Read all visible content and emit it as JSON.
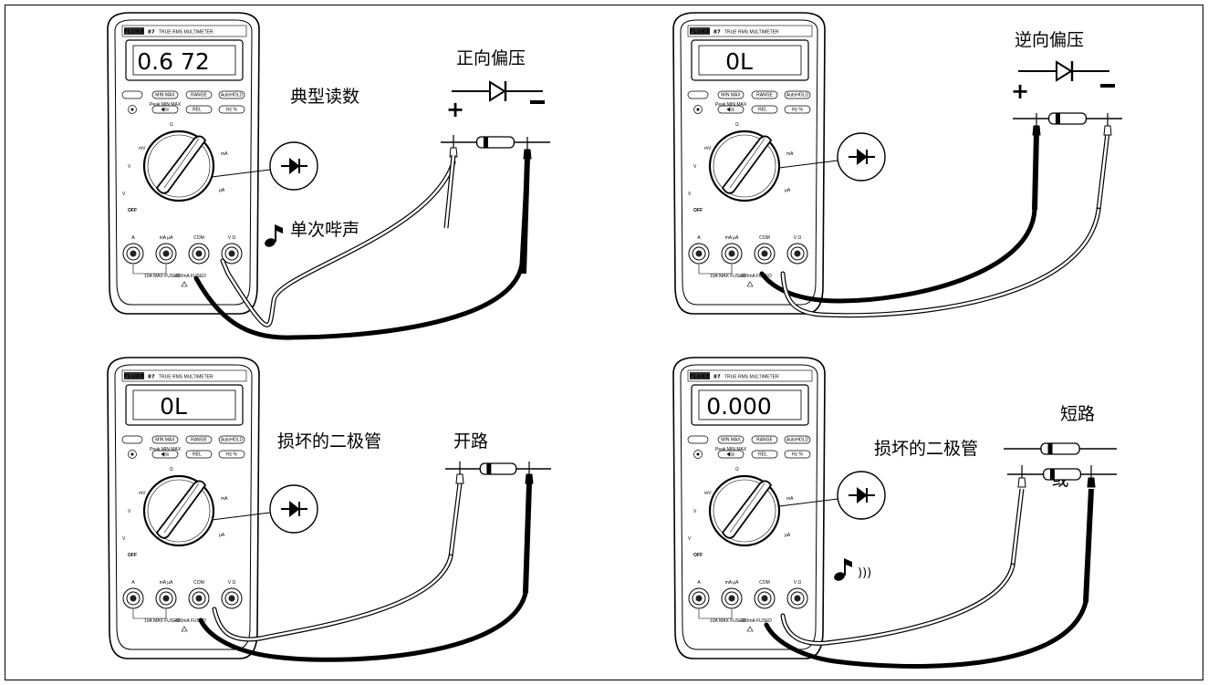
{
  "panels": [
    {
      "display": "0.6 72",
      "meter_brand": "FLUKE",
      "model": "87",
      "subtitle": "TRUE RMS MULTIMETER",
      "note": "典型读数",
      "bias": "正向偏压",
      "beep_label": "单次哔声",
      "sound_waves": ""
    },
    {
      "display": "0L",
      "meter_brand": "FLUKE",
      "model": "87",
      "subtitle": "TRUE RMS MULTIMETER",
      "note": "",
      "bias": "逆向偏压",
      "beep_label": "",
      "sound_waves": ""
    },
    {
      "display": "0L",
      "meter_brand": "FLUKE",
      "model": "87",
      "subtitle": "TRUE RMS MULTIMETER",
      "note": "损坏的二极管",
      "bias": "开路",
      "beep_label": "",
      "sound_waves": ""
    },
    {
      "display": "0.000",
      "meter_brand": "FLUKE",
      "model": "87",
      "subtitle": "TRUE RMS MULTIMETER",
      "note": "损坏的二极管",
      "bias": "短路",
      "or_label": "或",
      "beep_label": "",
      "sound_waves": ")))"
    }
  ],
  "meter_labels": {
    "btn_minmax": "MIN MAX",
    "btn_range": "RANGE",
    "btn_autohold": "AutoHOLD",
    "btn_rel": "REL",
    "btn_hz": "Hz %",
    "peak": "Peak MIN MAX",
    "off": "OFF",
    "jack_a": "A",
    "jack_ma": "mA μA",
    "jack_com": "COM",
    "jack_v": "V Ω",
    "fused1": "10A MAX FUSED",
    "fused2": "400mA FUSED",
    "polarity_plus": "+",
    "polarity_minus": "−"
  }
}
